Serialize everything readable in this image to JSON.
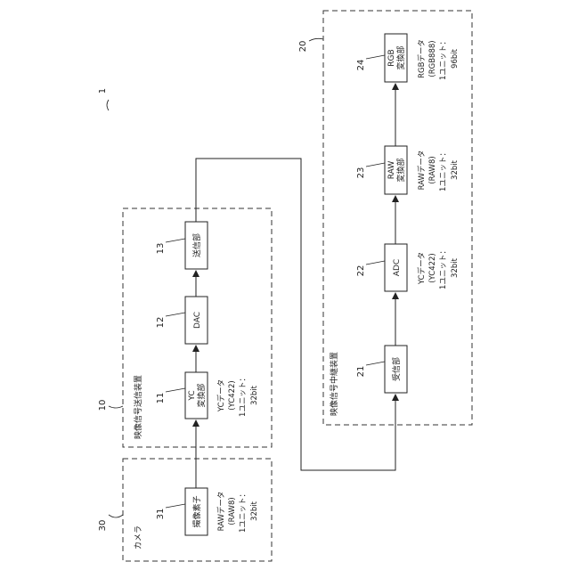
{
  "figure_number": "1",
  "camera": {
    "ref": "30",
    "label": "カメラ",
    "sensor": {
      "ref": "31",
      "label": "撮像素子",
      "data": [
        "RAWデータ",
        "(RAW8)",
        "1ユニット：",
        "32bit"
      ]
    }
  },
  "transmitter": {
    "ref": "10",
    "label": "映像信号送信装置",
    "yc_converter": {
      "ref": "11",
      "label": [
        "YC",
        "変換部"
      ],
      "data": [
        "YCデータ",
        "(YC422)",
        "1ユニット：",
        "32bit"
      ]
    },
    "dac": {
      "ref": "12",
      "label": "DAC"
    },
    "sender": {
      "ref": "13",
      "label": "送信部"
    }
  },
  "relay": {
    "ref": "20",
    "label": "映像信号中継装置",
    "receiver": {
      "ref": "21",
      "label": "受信部"
    },
    "adc": {
      "ref": "22",
      "label": "ADC",
      "data": [
        "YCデータ",
        "(YC422)",
        "1ユニット：",
        "32bit"
      ]
    },
    "raw_converter": {
      "ref": "23",
      "label": [
        "RAW",
        "変換部"
      ],
      "data": [
        "RAWデータ",
        "(RAW8)",
        "1ユニット：",
        "32bit"
      ]
    },
    "rgb_converter": {
      "ref": "24",
      "label": [
        "RGB",
        "変換部"
      ],
      "data": [
        "RGBデータ",
        "(RGB888)",
        "1ユニット：",
        "96bit"
      ]
    }
  }
}
